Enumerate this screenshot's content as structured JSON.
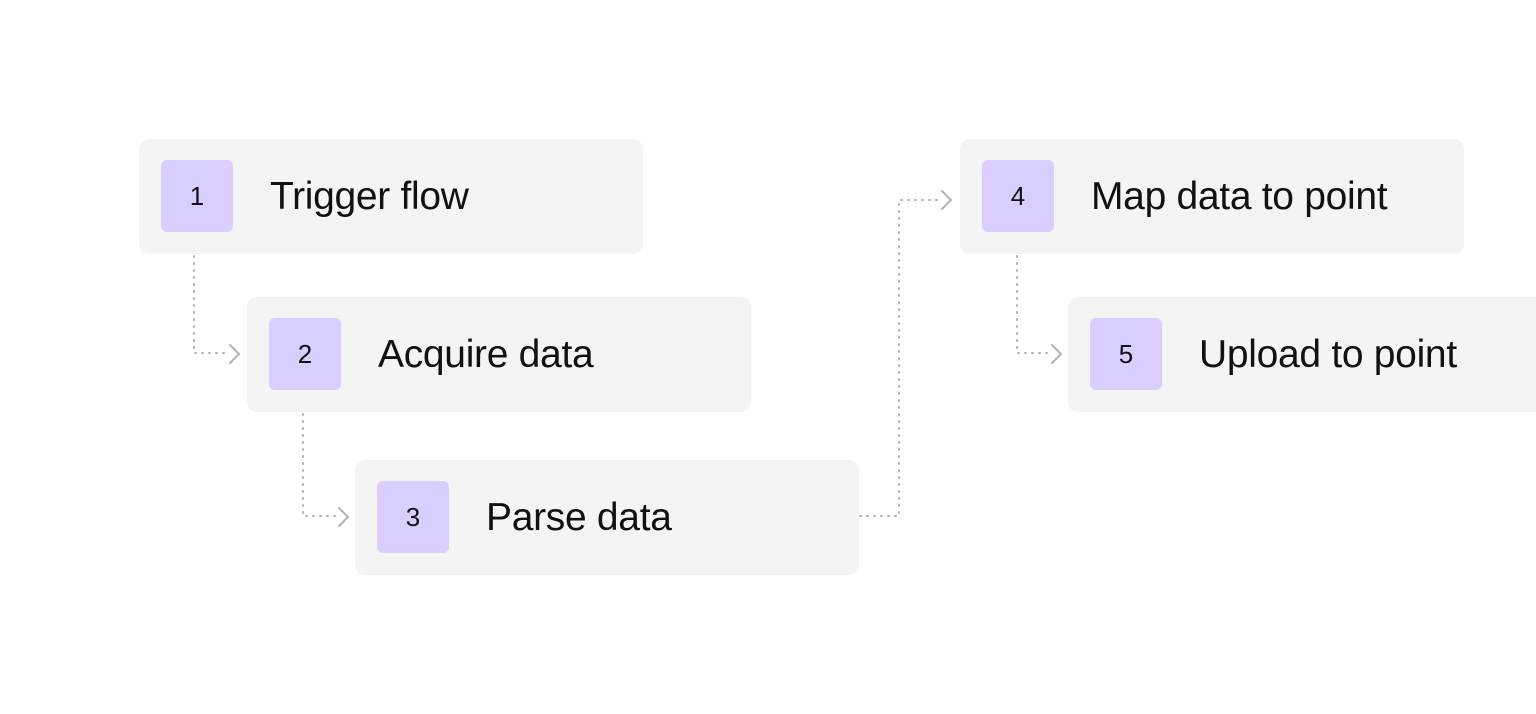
{
  "steps": [
    {
      "number": "1",
      "label": "Trigger flow"
    },
    {
      "number": "2",
      "label": "Acquire data"
    },
    {
      "number": "3",
      "label": "Parse data"
    },
    {
      "number": "4",
      "label": "Map data to point"
    },
    {
      "number": "5",
      "label": "Upload to point"
    }
  ],
  "colors": {
    "card_background": "#f4f4f4",
    "badge_background": "#dacdff",
    "connector": "#b4b4b4",
    "text": "#111111"
  }
}
